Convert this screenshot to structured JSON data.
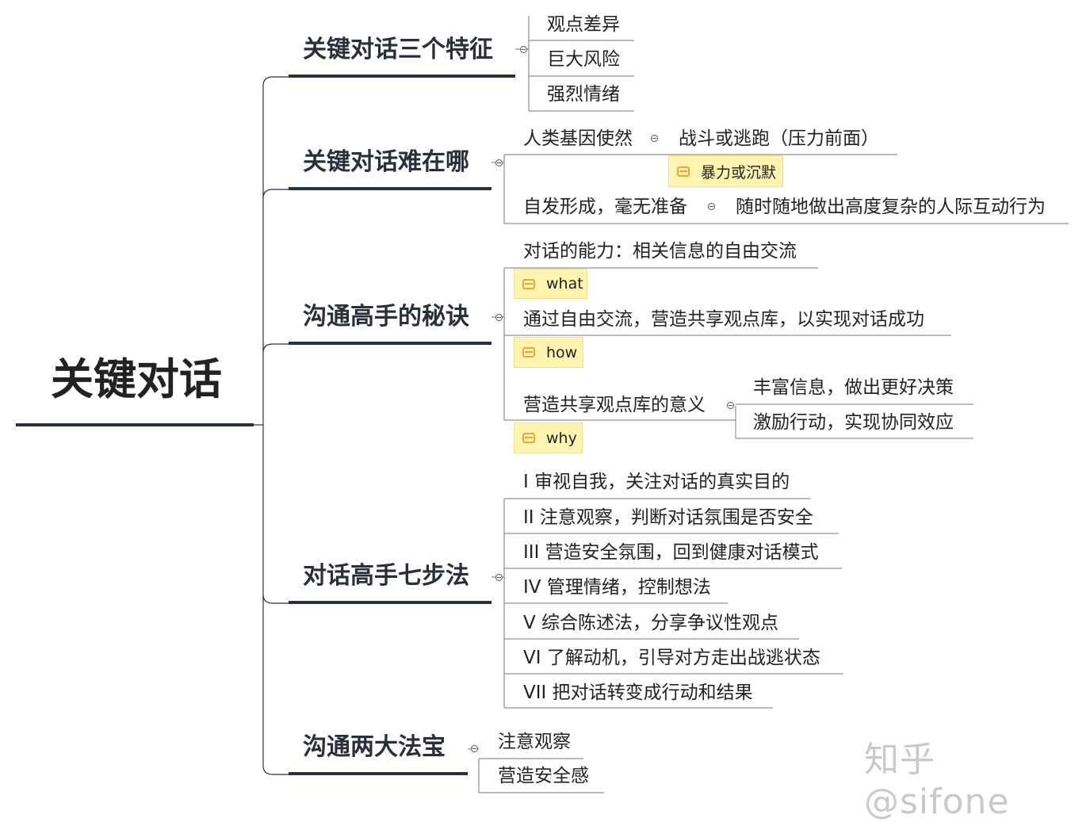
{
  "root": {
    "label": "关键对话"
  },
  "branches": [
    {
      "label": "关键对话三个特征",
      "children": [
        {
          "label": "观点差异"
        },
        {
          "label": "巨大风险"
        },
        {
          "label": "强烈情绪"
        }
      ]
    },
    {
      "label": "关键对话难在哪",
      "children": [
        {
          "label": "人类基因使然",
          "children": [
            {
              "label": "战斗或逃跑（压力前面）"
            }
          ],
          "note": "暴力或沉默"
        },
        {
          "label": "自发形成，毫无准备",
          "children": [
            {
              "label": "随时随地做出高度复杂的人际互动行为"
            }
          ]
        }
      ]
    },
    {
      "label": "沟通高手的秘诀",
      "children": [
        {
          "label": "对话的能力：相关信息的自由交流",
          "note": "what"
        },
        {
          "label": "通过自由交流，营造共享观点库，以实现对话成功",
          "note": "how"
        },
        {
          "label": "营造共享观点库的意义",
          "note": "why",
          "children": [
            {
              "label": "丰富信息，做出更好决策"
            },
            {
              "label": "激励行动，实现协同效应"
            }
          ]
        }
      ]
    },
    {
      "label": "对话高手七步法",
      "children": [
        {
          "label": "I 审视自我，关注对话的真实目的"
        },
        {
          "label": "II 注意观察，判断对话氛围是否安全"
        },
        {
          "label": "III 营造安全氛围，回到健康对话模式"
        },
        {
          "label": "IV 管理情绪，控制想法"
        },
        {
          "label": "V 综合陈述法，分享争议性观点"
        },
        {
          "label": "VI 了解动机，引导对方走出战逃状态"
        },
        {
          "label": "VII 把对话转变成行动和结果"
        }
      ]
    },
    {
      "label": "沟通两大法宝",
      "children": [
        {
          "label": "注意观察"
        },
        {
          "label": "营造安全感"
        }
      ]
    }
  ],
  "watermark": "知乎 @sifone",
  "colors": {
    "line": "#2a3141",
    "thin": "#777777",
    "note_bg": "#fff4b0",
    "note_icon": "#f2a43a"
  }
}
